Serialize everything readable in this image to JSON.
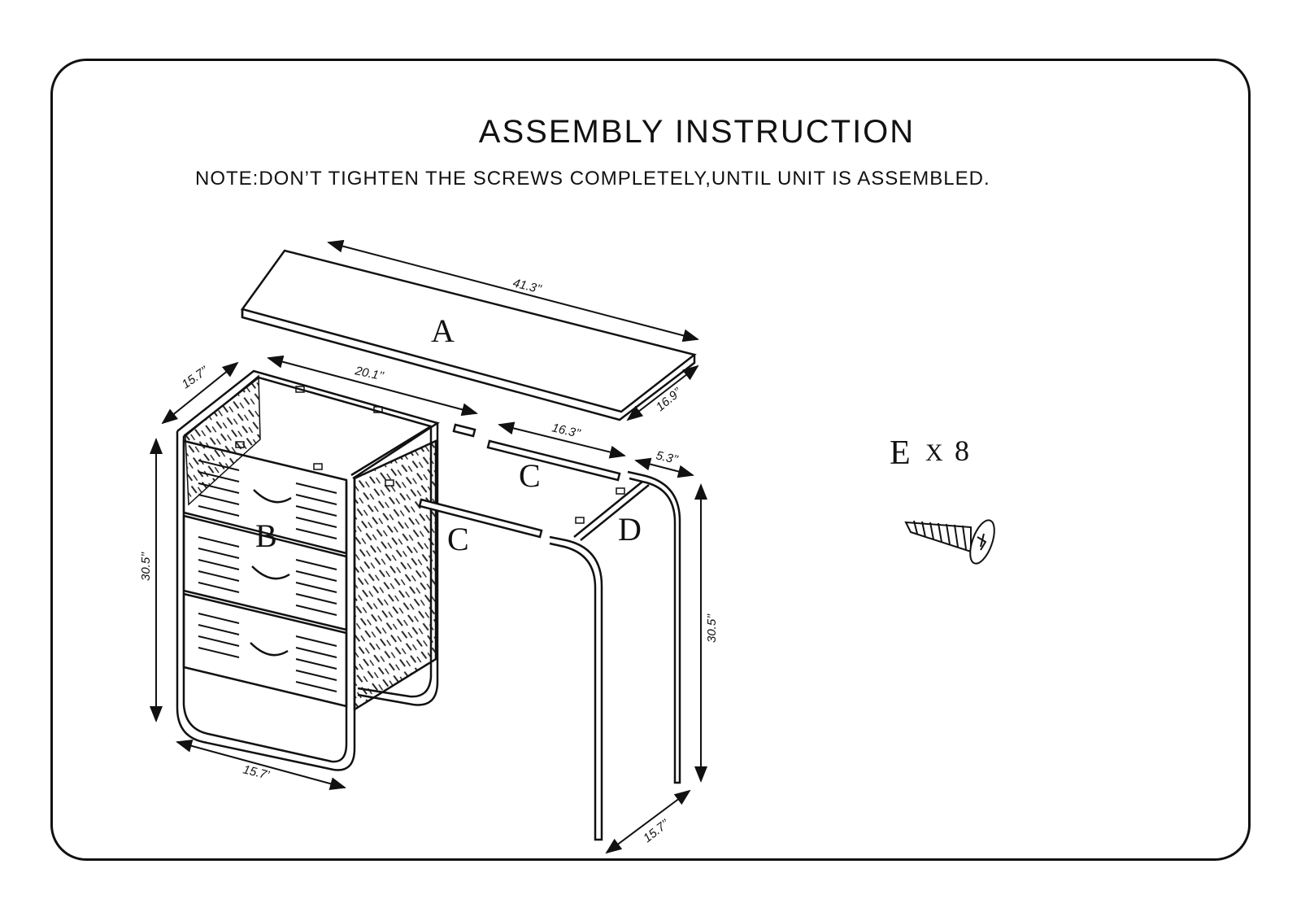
{
  "title": "ASSEMBLY  INSTRUCTION",
  "note": "NOTE:DON’T TIGHTEN THE SCREWS COMPLETELY,UNTIL UNIT IS ASSEMBLED.",
  "parts": {
    "a": "A",
    "b": "B",
    "c1": "C",
    "c2": "C",
    "d": "D"
  },
  "hardware": {
    "letter": "E",
    "x": "X",
    "count": "8"
  },
  "dimensions": {
    "top_length": "41.3’’",
    "top_depth": "16.9’’",
    "cabinet_width": "20.1’’",
    "cabinet_depth_top": "15.7’’",
    "cabinet_height": "30.5’’",
    "cabinet_depth_bottom": "15.7’",
    "rail_length": "16.3’’",
    "frame_width": "5.3’’",
    "leg_height": "30.5’’",
    "leg_depth": "15.7’’"
  }
}
